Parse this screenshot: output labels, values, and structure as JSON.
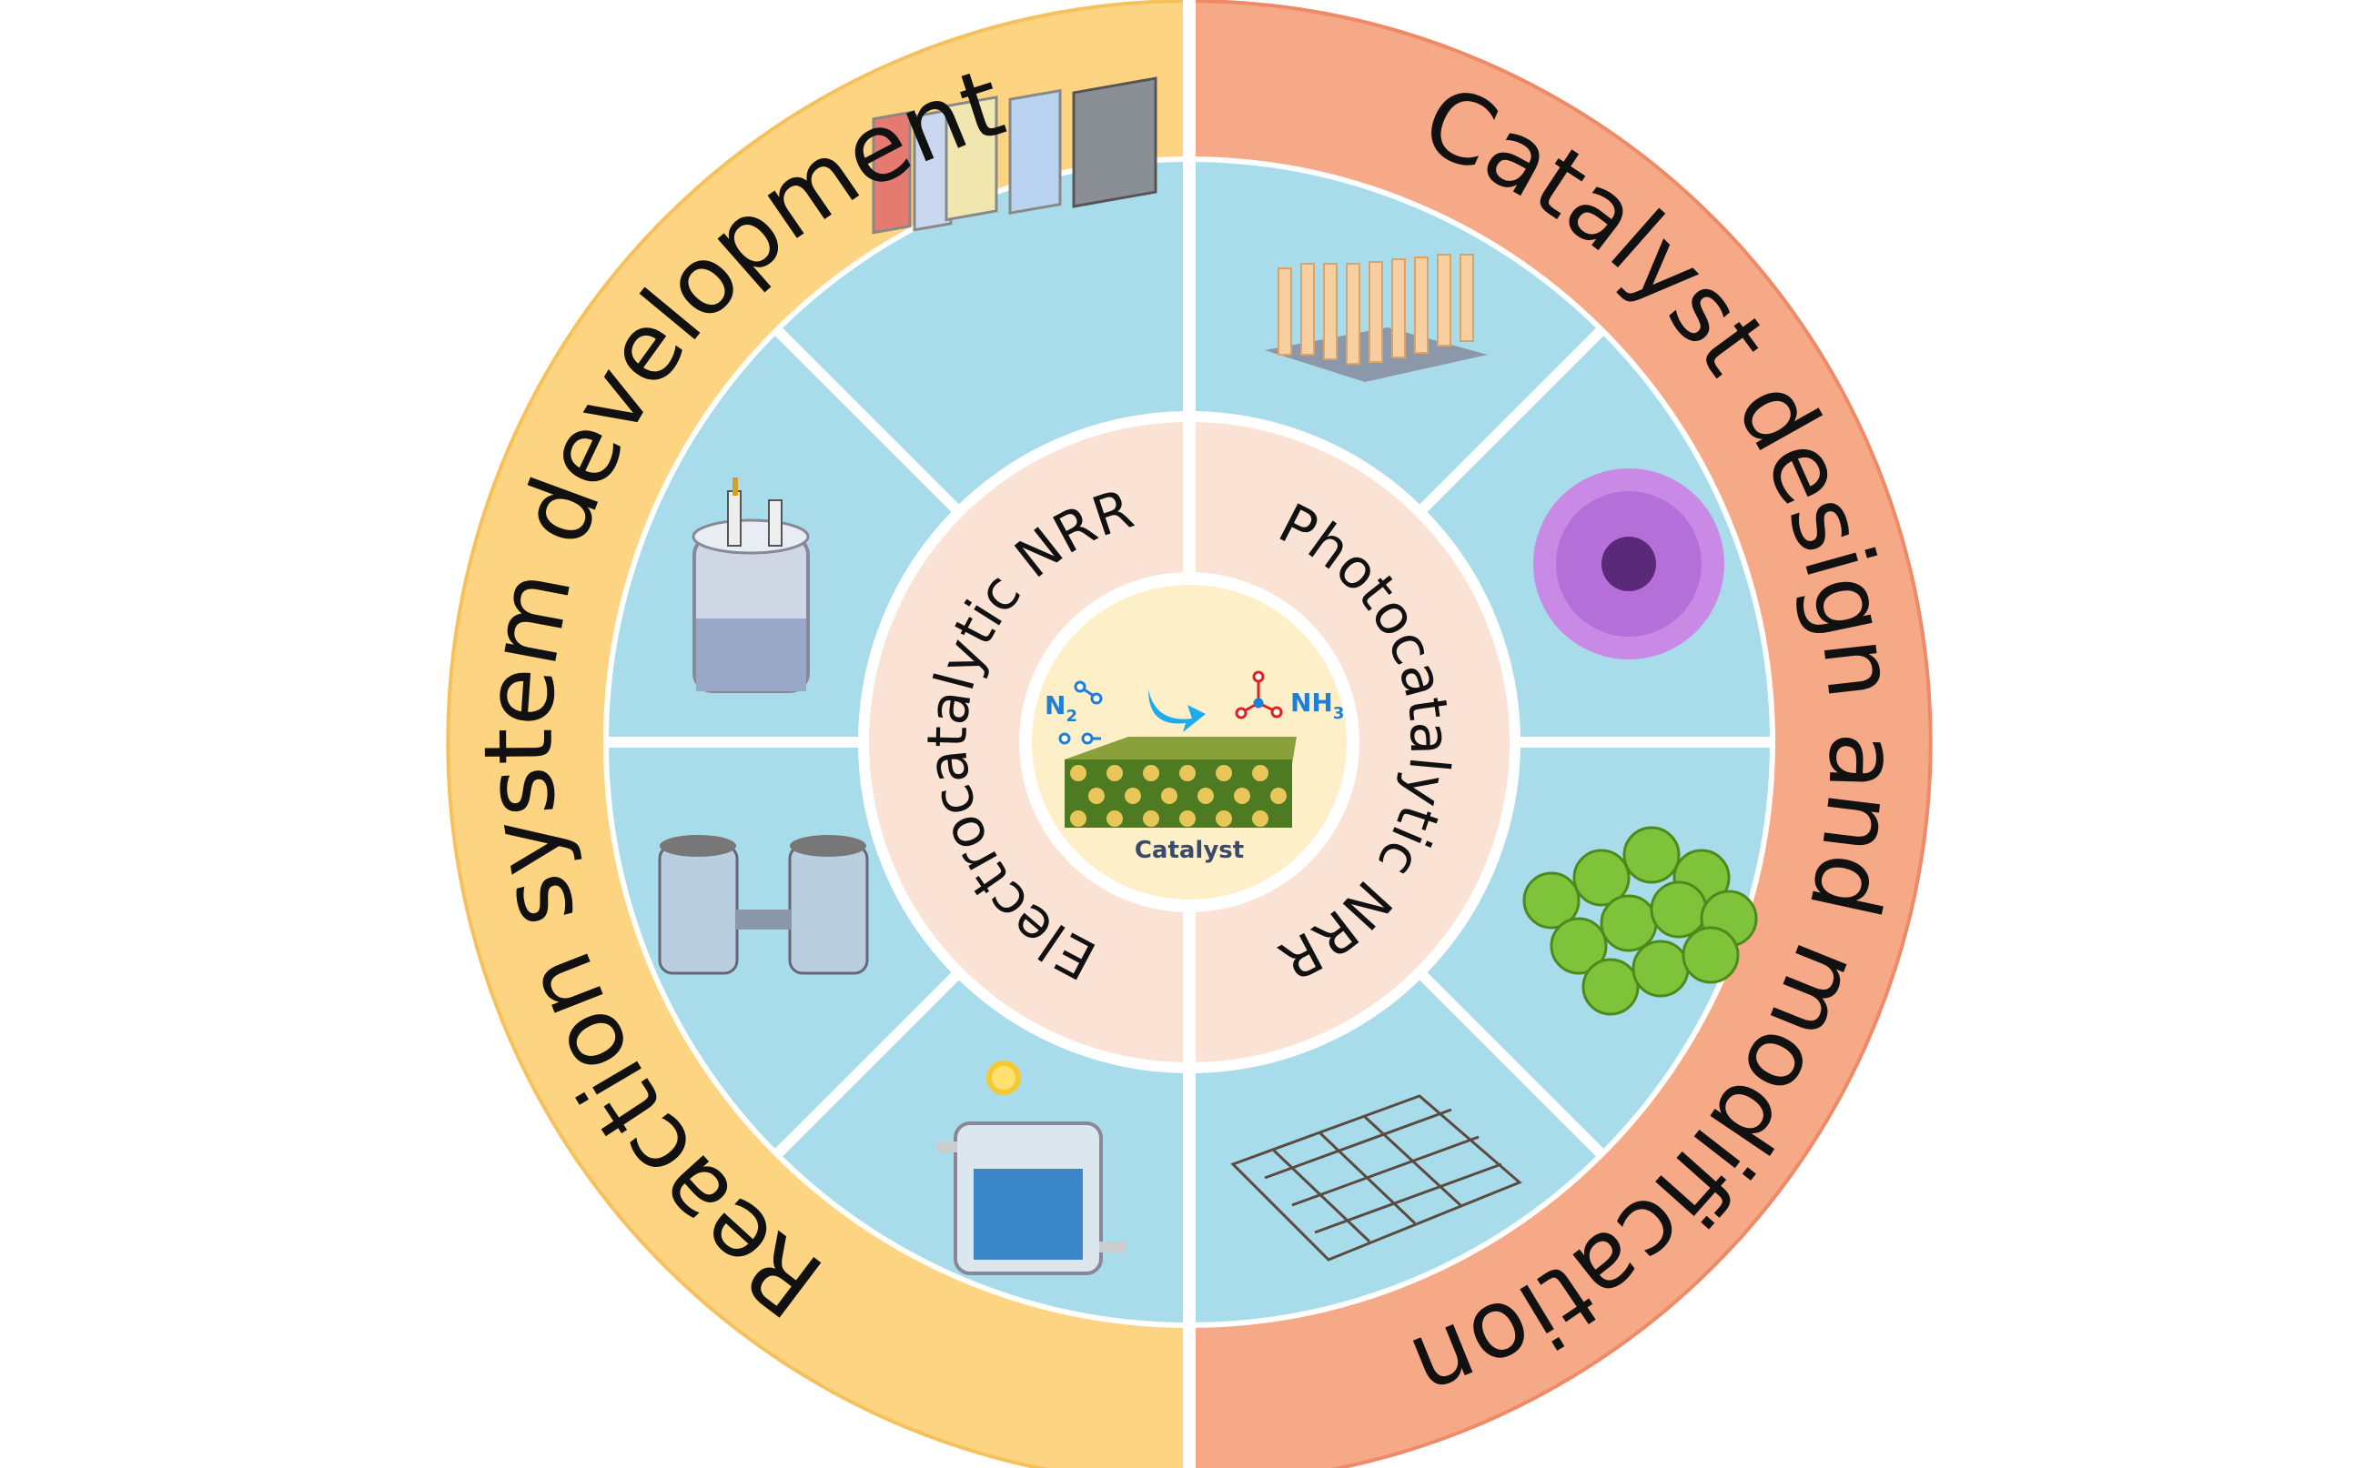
{
  "outer_ring": {
    "left_label": "Reaction system development",
    "right_label": "Catalyst design and modification"
  },
  "middle_ring": {
    "left_label": "Electrocatalytic NRR",
    "right_label": "Photocatalytic NRR"
  },
  "center": {
    "reactant": "N",
    "reactant_sub": "2",
    "product": "NH",
    "product_sub": "3",
    "caption": "Catalyst"
  },
  "colors": {
    "left_outer": "#fdd482",
    "right_outer": "#f5a986",
    "sector_blue": "#a9dcea",
    "middle_ring": "#fae2d5",
    "core": "#fdf0c9"
  },
  "left_icons": [
    "flow-cell-stack-icon",
    "single-chamber-cell-icon",
    "h-type-cell-icon",
    "photo-electrochemical-cell-icon"
  ],
  "right_icons": [
    "nanorod-array-icon",
    "nanoflower-icon",
    "nanoparticle-cluster-icon",
    "2d-sheet-icon"
  ]
}
